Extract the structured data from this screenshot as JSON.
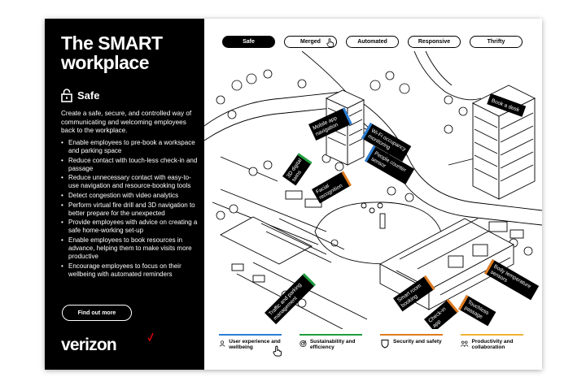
{
  "sidebar": {
    "title": "The SMART workplace",
    "section": "Safe",
    "intro": "Create a safe, secure, and controlled way of communicating and welcoming employees back to the workplace.",
    "bullets": [
      "Enable employees to pre-book a workspace and parking space",
      "Reduce contact with touch-less check-in and passage",
      "Reduce unnecessary contact with easy-to-use navigation and resource-booking tools",
      "Detect congestion with video analytics",
      "Perform virtual fire drill and 3D navigation to better prepare for the unexpected",
      "Provide employees with advice on creating a safe home-working set-up",
      "Enable employees to book resources in advance, helping them to make visits more productive",
      "Encourage employees to focus on their wellbeing with automated reminders"
    ],
    "cta": "Find out more",
    "brand": "verizon"
  },
  "tabs": [
    {
      "label": "Safe",
      "active": true
    },
    {
      "label": "Merged",
      "active": false
    },
    {
      "label": "Automated",
      "active": false
    },
    {
      "label": "Responsive",
      "active": false
    },
    {
      "label": "Thrifty",
      "active": false
    }
  ],
  "map_labels": {
    "book_a_desk": "Book a desk",
    "mobile_app_line1": "Mobile app",
    "mobile_app_line2": "navigation",
    "wifi_line1": "Wi-Fi occupancy",
    "wifi_line2": "monitoring",
    "people_counter_line1": "People counter",
    "people_counter_line2": "sensor",
    "digital_twin_line1": "3D digital",
    "digital_twin_line2": "twins",
    "facial_line1": "Facial",
    "facial_line2": "recognition",
    "traffic_line1": "Traffic and parking",
    "traffic_line2": "management",
    "smart_room_line1": "Smart room",
    "smart_room_line2": "booking",
    "checkin_line1": "Check-in",
    "checkin_line2": "app",
    "touchless_line1": "Touchless",
    "touchless_line2": "passage",
    "body_temp_line1": "Body temperature",
    "body_temp_line2": "sensors"
  },
  "legend": [
    {
      "label": "User experience and wellbeing",
      "color": "#2b7fd4",
      "icon": "people-icon"
    },
    {
      "label": "Sustainability and efficiency",
      "color": "#1f9e3c",
      "icon": "target-icon"
    },
    {
      "label": "Security and safety",
      "color": "#e07b1f",
      "icon": "shield-icon"
    },
    {
      "label": "Productivity and collaboration",
      "color": "#f2b233",
      "icon": "group-icon"
    }
  ],
  "colors": {
    "accent_red": "#cd040b",
    "blue": "#2b7fd4",
    "green": "#1f9e3c",
    "orange": "#e07b1f",
    "yellow": "#f2b233"
  }
}
